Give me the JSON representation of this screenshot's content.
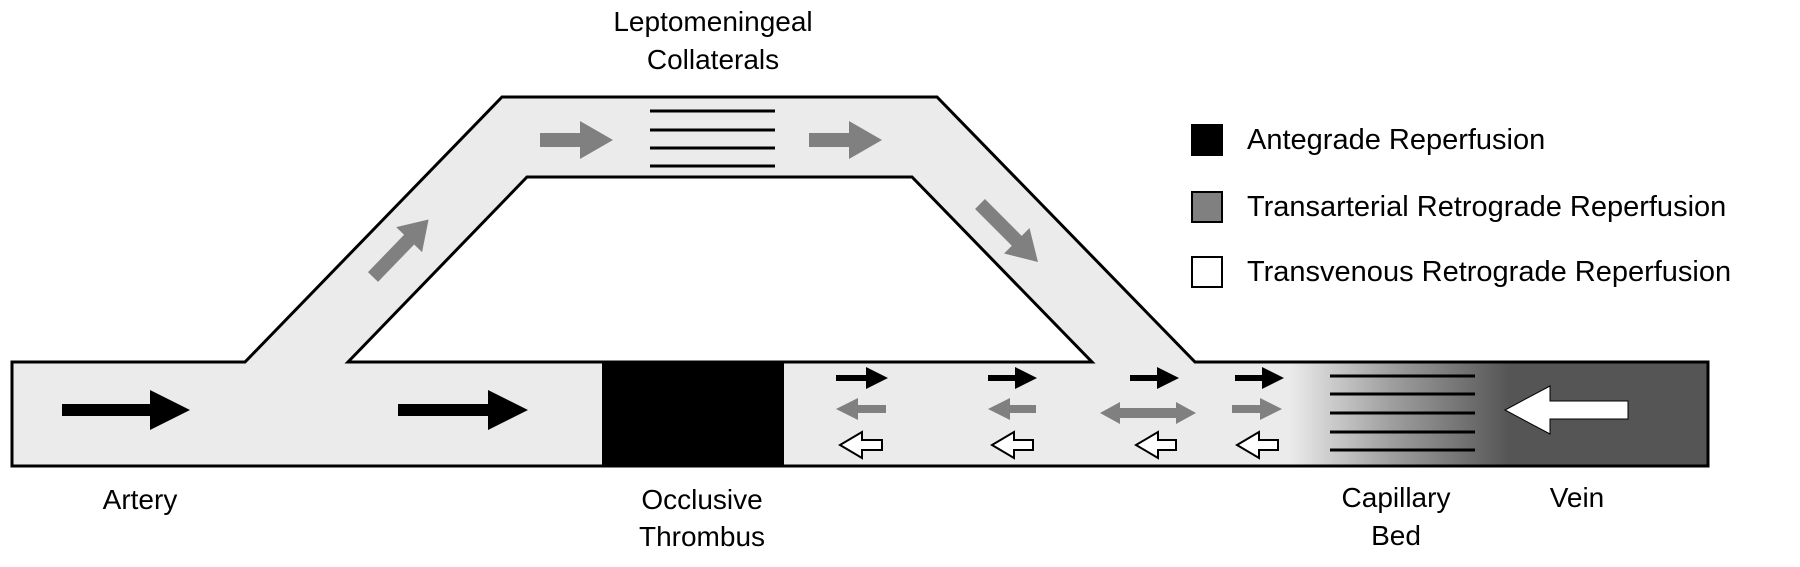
{
  "labels": {
    "collaterals_line1": "Leptomeningeal",
    "collaterals_line2": "Collaterals",
    "artery": "Artery",
    "thrombus_line1": "Occlusive",
    "thrombus_line2": "Thrombus",
    "capillary_line1": "Capillary",
    "capillary_line2": "Bed",
    "vein": "Vein"
  },
  "legend": [
    {
      "label": "Antegrade Reperfusion",
      "color": "#000000"
    },
    {
      "label": "Transarterial Retrograde Reperfusion",
      "color": "#808080"
    },
    {
      "label": "Transvenous Retrograde Reperfusion",
      "color": "#ffffff"
    }
  ],
  "colors": {
    "vessel": "#ebebeb",
    "vein": "#555555",
    "thrombus": "#000000",
    "antegrade": "#000000",
    "transarterial": "#808080",
    "transvenous": "#ffffff"
  }
}
